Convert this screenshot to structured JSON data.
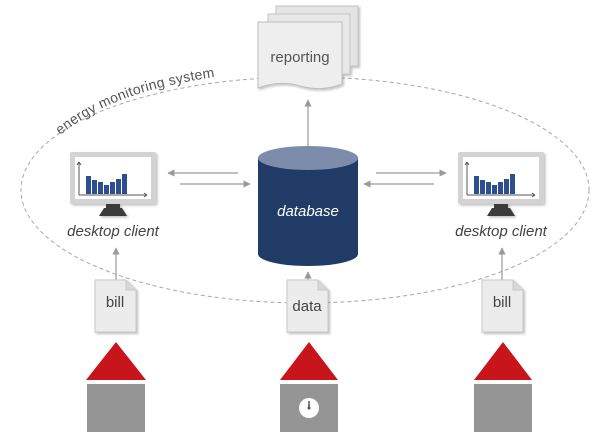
{
  "diagram": {
    "system_label": "energy monitoring system",
    "reporting_label": "reporting",
    "database_label": "database",
    "desktop_client_left_label": "desktop client",
    "desktop_client_right_label": "desktop client",
    "doc_left_label": "bill",
    "doc_center_label": "data",
    "doc_right_label": "bill",
    "colors": {
      "database": "#1f3b66",
      "database_top": "#7d8cab",
      "roof": "#c8141b",
      "building": "#959595",
      "monitor_frame": "#d3d3d3",
      "monitor_stand": "#3b3b3b",
      "chart_bars": "#2f4f8f",
      "doc_fill": "#ececec",
      "ellipse_stroke": "#a8a8a8"
    },
    "icons": [
      "reporting-stack-icon",
      "database-cylinder-icon",
      "desktop-monitor-icon",
      "document-icon",
      "house-icon",
      "meter-clock-icon"
    ]
  }
}
